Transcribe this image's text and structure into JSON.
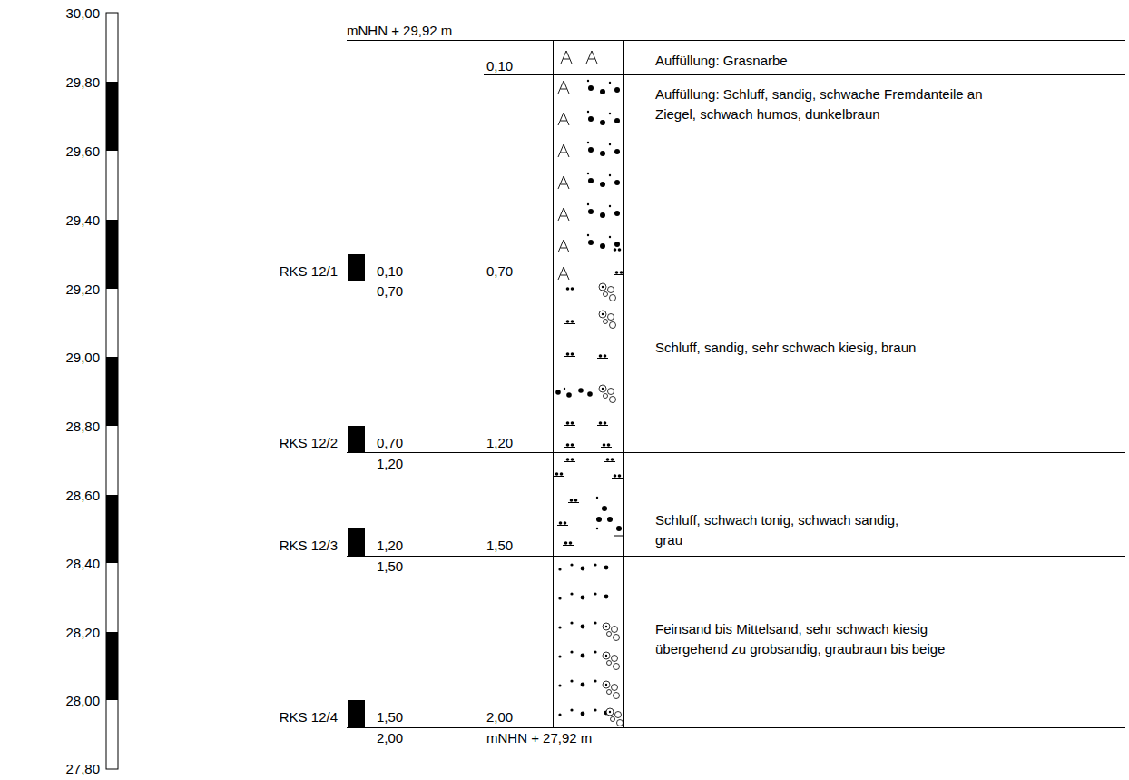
{
  "diagram": {
    "nodes": [
      {
        "text": [
          "Auffüllung: Grasnarbe"
        ]
      },
      {
        "text": [
          "Auffüllung: Schluff, sandig, schwache Fremdanteile an Ziegel, schwach humos, dunkelbraun"
        ]
      },
      {
        "text": [
          "Schluff, sandig, sehr schwach kiesig, braun"
        ]
      },
      {
        "text": [
          "Schluff, schwach tonig, schwach sandig, grau"
        ]
      },
      {
        "text": [
          "Feinsand bis Mittelsand, sehr schwach kiesig übergehend zu grobsandig, graubraun bis beige"
        ]
      }
    ],
    "labels": [
      "30,00",
      "29,80",
      "29,60",
      "29,40",
      "29,20",
      "29,00",
      "28,80",
      "28,60",
      "28,40",
      "28,20",
      "28,00",
      "27,80",
      "mNHN + 29,92 m",
      "0,10",
      "RKS 12/1",
      "0,10",
      "0,70",
      "0,70",
      "RKS 12/2",
      "0,70",
      "1,20",
      "1,20",
      "RKS 12/3",
      "1,20",
      "1,50",
      "1,50",
      "RKS 12/4",
      "1,50",
      "2,00",
      "2,00",
      "mNHN + 27,92 m"
    ]
  }
}
